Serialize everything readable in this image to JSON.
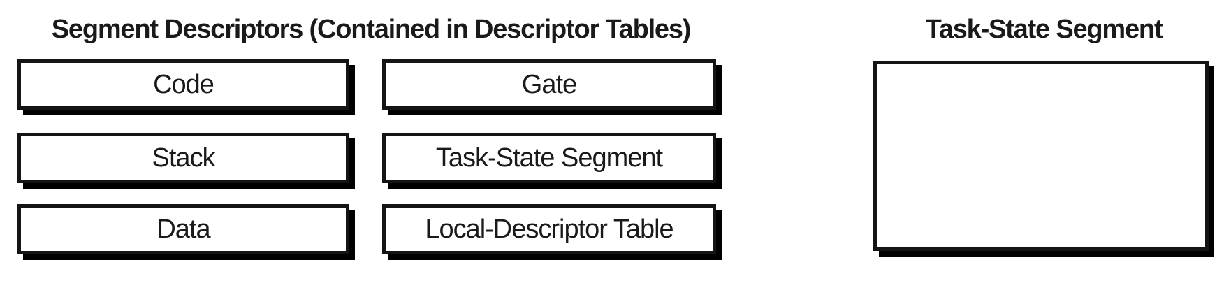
{
  "figure": {
    "background_color": "#ffffff",
    "ink_color": "#1a1a1a",
    "box_border_color": "#141414",
    "box_fill_color": "#ffffff",
    "box_shadow_color": "#000000"
  },
  "descriptor_group": {
    "title": "Segment Descriptors (Contained in Descriptor Tables)",
    "boxes": [
      {
        "label": "Code"
      },
      {
        "label": "Gate"
      },
      {
        "label": "Stack"
      },
      {
        "label": "Task-State Segment"
      },
      {
        "label": "Data"
      },
      {
        "label": "Local-Descriptor Table"
      }
    ]
  },
  "tss_group": {
    "title": "Task-State Segment"
  }
}
